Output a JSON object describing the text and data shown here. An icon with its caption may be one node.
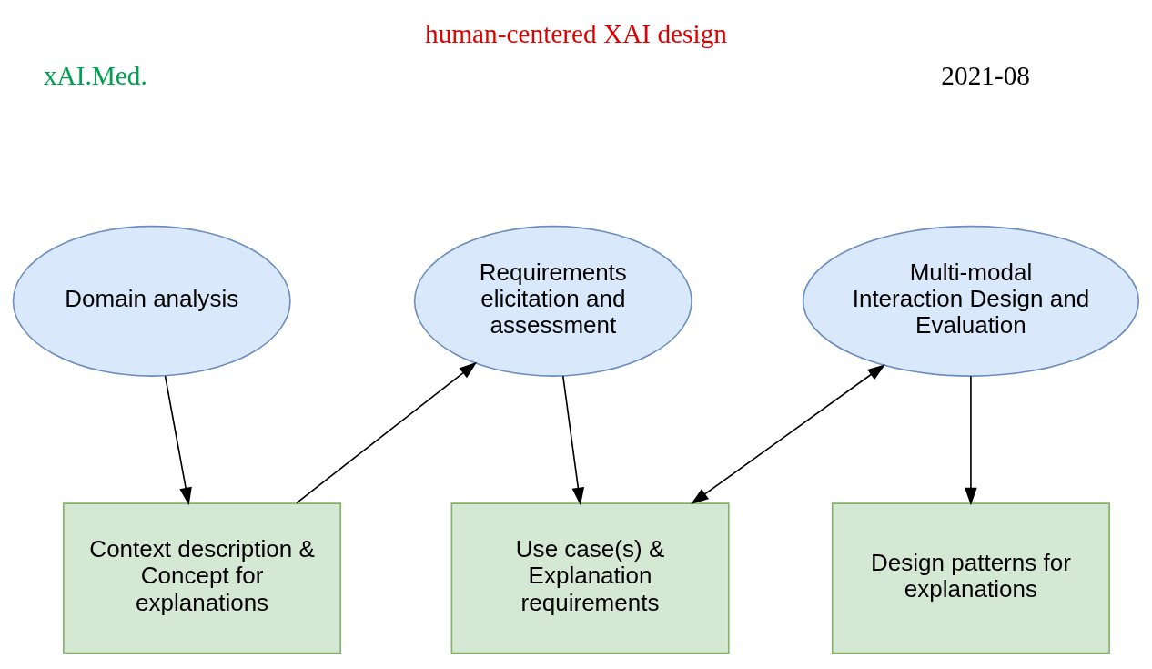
{
  "diagram": {
    "title": "human-centered XAI design",
    "nodes": [
      {
        "text": [
          "Domain analysis"
        ]
      },
      {
        "text": [
          "Requirements elicitation and assessment"
        ]
      },
      {
        "text": [
          "Multi-modal Interaction Design and Evaluation"
        ]
      },
      {
        "text": [
          "Context description & Concept for explanations"
        ]
      },
      {
        "text": [
          "Use case(s) & Explanation requirements"
        ]
      },
      {
        "text": [
          "Design patterns for explanations"
        ]
      }
    ],
    "edges": [
      {
        "from": 0,
        "to": 3,
        "arrow": "to"
      },
      {
        "from": 3,
        "to": 1,
        "arrow": "to"
      },
      {
        "from": 1,
        "to": 4,
        "arrow": "to"
      },
      {
        "from": 2,
        "to": 4,
        "arrow": "both"
      },
      {
        "from": 2,
        "to": 5,
        "arrow": "to"
      }
    ],
    "labels": [
      "xAI.Med.",
      "2021-08"
    ]
  }
}
